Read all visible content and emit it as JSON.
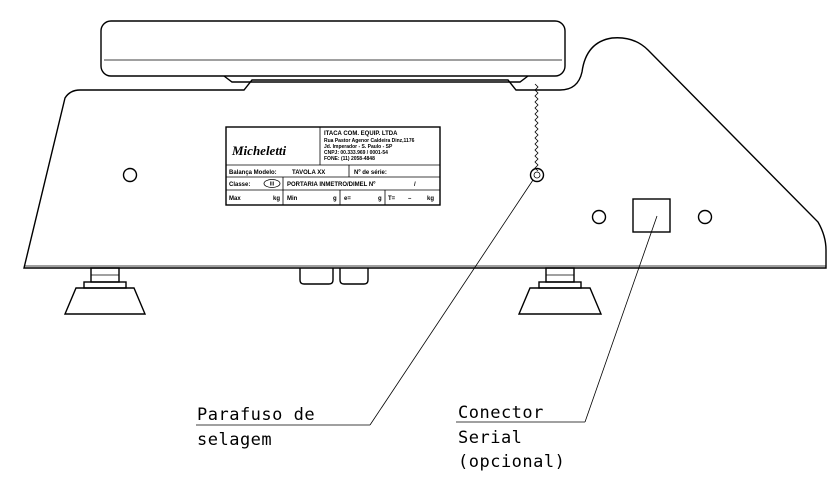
{
  "plate": {
    "brand": "Micheletti",
    "company": "ITACA COM. EQUIP. LTDA",
    "address1": "Rua Pastor Agenor Caldeira Dinz,1176",
    "address2": "Jd. Imperador - S. Paulo - SP",
    "cnpj": "CNPJ: 00.333.969 / 0001-54",
    "phone": "FONE: (11) 2058-4848",
    "model_label": "Balança Modelo:",
    "model_value": "TAVOLA XX",
    "serial_label": "Nº de série:",
    "class_label": "Classe:",
    "class_value": "III",
    "portaria_label": "PORTARIA INMETRO/DIMEL Nº",
    "portaria_sep": "/",
    "max_label": "Max",
    "max_unit": "kg",
    "min_label": "Min",
    "min_unit": "g",
    "e_label": "e=",
    "e_unit": "g",
    "t_label": "T=",
    "t_dash": "–",
    "t_unit": "kg"
  },
  "callouts": {
    "screw_line1": "Parafuso de",
    "screw_line2": "selagem",
    "connector_line1": "Conector",
    "connector_line2": "Serial",
    "connector_line3": "(opcional)"
  }
}
